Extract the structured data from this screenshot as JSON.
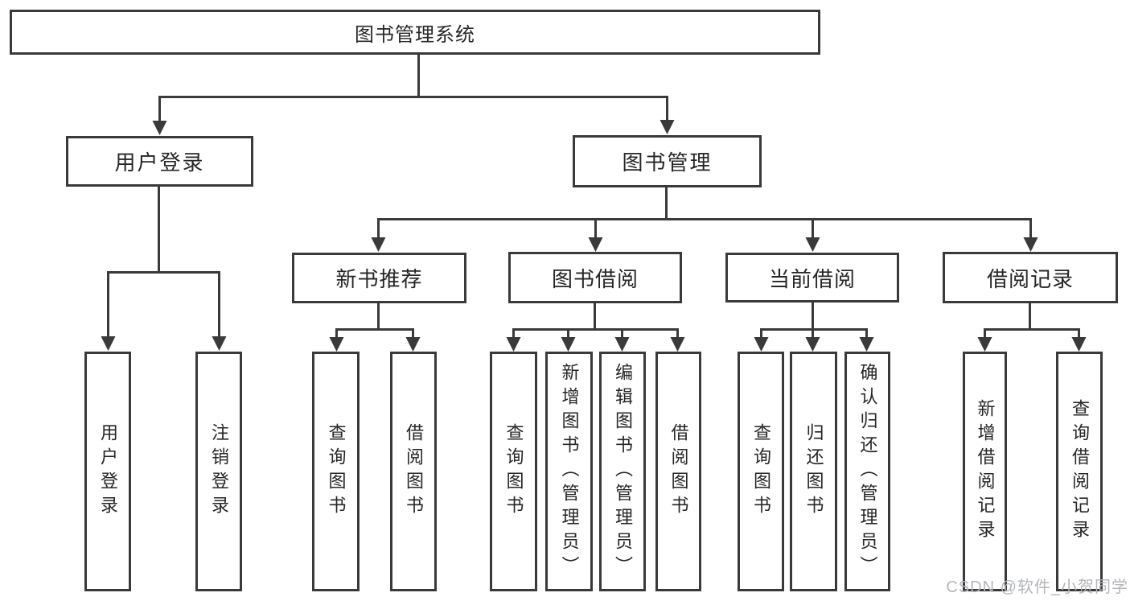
{
  "diagram": {
    "root": {
      "label": "图书管理系统",
      "children": [
        {
          "label": "用户登录",
          "children": [
            {
              "label": "用户登录"
            },
            {
              "label": "注销登录"
            }
          ]
        },
        {
          "label": "图书管理",
          "children": [
            {
              "label": "新书推荐",
              "children": [
                {
                  "label": "查询图书"
                },
                {
                  "label": "借阅图书"
                }
              ]
            },
            {
              "label": "图书借阅",
              "children": [
                {
                  "label": "查询图书"
                },
                {
                  "label": "新增图书（管理员）"
                },
                {
                  "label": "编辑图书（管理员）"
                },
                {
                  "label": "借阅图书"
                }
              ]
            },
            {
              "label": "当前借阅",
              "children": [
                {
                  "label": "查询图书"
                },
                {
                  "label": "归还图书"
                },
                {
                  "label": "确认归还（管理员）"
                }
              ]
            },
            {
              "label": "借阅记录",
              "children": [
                {
                  "label": "新增借阅记录"
                },
                {
                  "label": "查询借阅记录"
                }
              ]
            }
          ]
        }
      ]
    }
  },
  "watermark": {
    "text": "CSDN @软件_小贺同学"
  },
  "colors": {
    "line": "#3a3a3a",
    "box_border": "#3a3a3a",
    "box_fill": "#ffffff",
    "text": "#262626",
    "background": "#ffffff",
    "watermark": "#b4b6ba"
  }
}
